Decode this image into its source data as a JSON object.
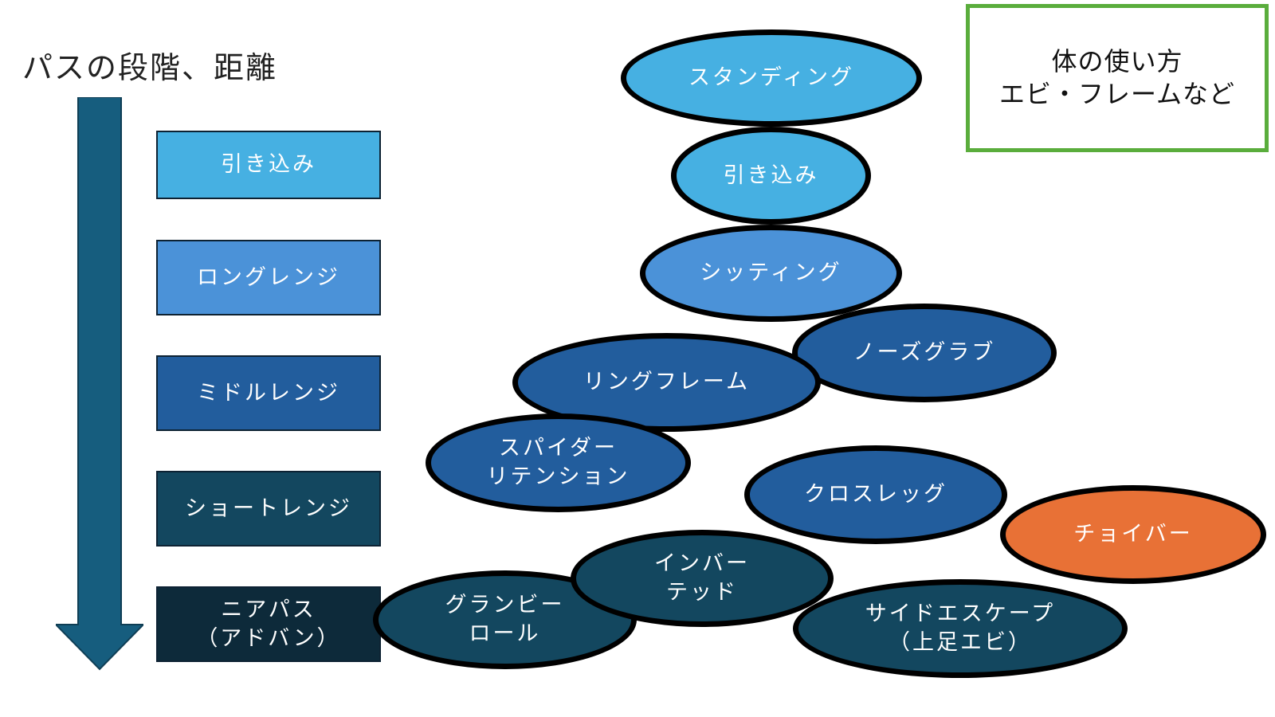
{
  "title": "パスの段階、距離",
  "legend": {
    "line1": "体の使い方",
    "line2": "エビ・フレームなど",
    "border_color": "#5aad3c"
  },
  "arrow": {
    "color": "#165d7e",
    "icon": "arrow-down-icon"
  },
  "stages": [
    {
      "label": "引き込み",
      "color": "#46b0e2"
    },
    {
      "label": "ロングレンジ",
      "color": "#4b92d8"
    },
    {
      "label": "ミドルレンジ",
      "color": "#225d9d"
    },
    {
      "label": "ショートレンジ",
      "color": "#13475f"
    },
    {
      "label": "ニアパス\n（アドバン）",
      "color": "#0d2a3a"
    }
  ],
  "techniques": [
    {
      "label": "スタンディング",
      "color": "#46b0e2"
    },
    {
      "label": "引き込み",
      "color": "#46b0e2"
    },
    {
      "label": "シッティング",
      "color": "#4b92d8"
    },
    {
      "label": "ノーズグラブ",
      "color": "#225d9d"
    },
    {
      "label": "リングフレーム",
      "color": "#225d9d"
    },
    {
      "label": "スパイダー\nリテンション",
      "color": "#225d9d"
    },
    {
      "label": "クロスレッグ",
      "color": "#225d9d"
    },
    {
      "label": "チョイバー",
      "color": "#e87136"
    },
    {
      "label": "グランビー\nロール",
      "color": "#13475f"
    },
    {
      "label": "インバー\nテッド",
      "color": "#13475f"
    },
    {
      "label": "サイドエスケープ\n（上足エビ）",
      "color": "#13475f"
    }
  ]
}
